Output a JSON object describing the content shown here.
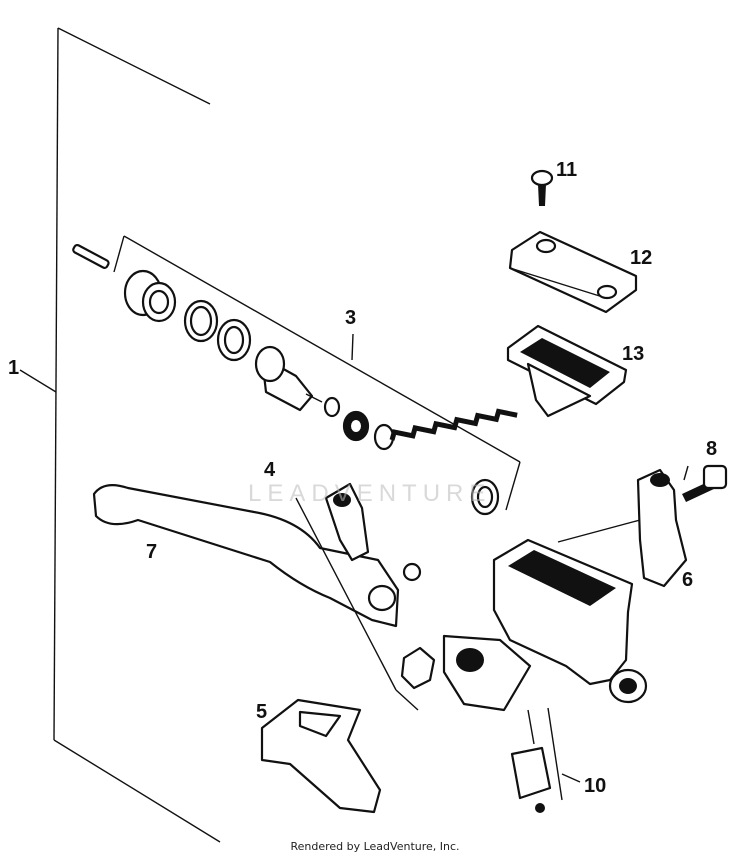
{
  "diagram": {
    "callouts": {
      "c1": "1",
      "c2": "3",
      "c3": "4",
      "c4": "5",
      "c5": "6",
      "c6": "7",
      "c7": "8",
      "c8": "10",
      "c9": "11",
      "c10": "12",
      "c11": "13"
    },
    "watermark": "LEADVENTURE",
    "footer": "Rendered by LeadVenture, Inc."
  }
}
